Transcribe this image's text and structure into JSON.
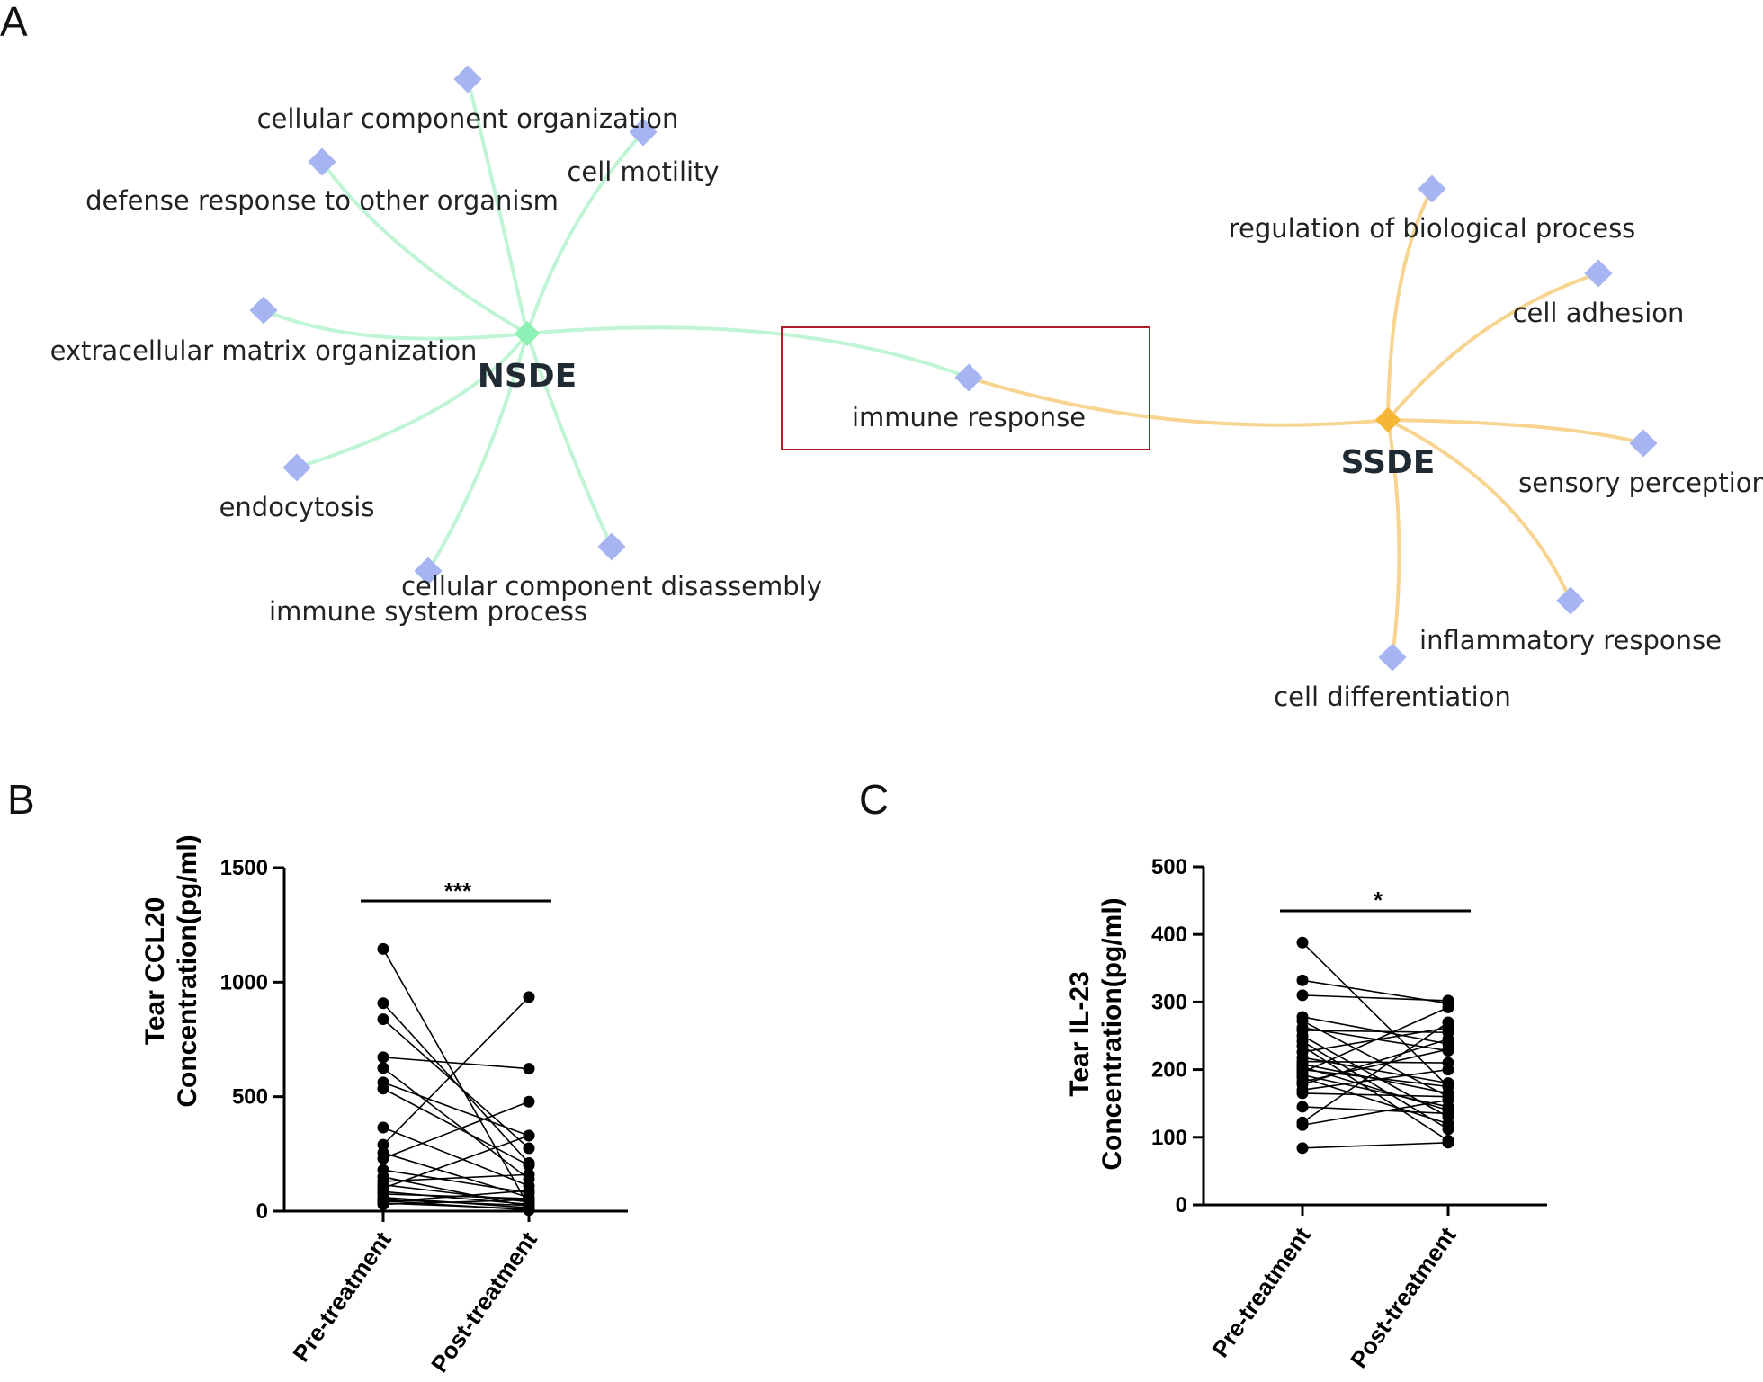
{
  "panels": {
    "a": "A",
    "b": "B",
    "c": "C"
  },
  "network": {
    "node_color": "#a6b4f2",
    "hubs": [
      {
        "id": "nsde",
        "label": "NSDE",
        "color": "#8df0b4",
        "edge_color": "#bff5d4"
      },
      {
        "id": "ssde",
        "label": "SSDE",
        "color": "#f5b635",
        "edge_color": "#f7d490"
      }
    ],
    "nsde_terms": [
      "cellular component organization",
      "cell motility",
      "defense response to other organism",
      "extracellular matrix organization",
      "endocytosis",
      "immune system process",
      "cellular component disassembly"
    ],
    "shared_term": "immune response",
    "highlight_color": "#b01e2a",
    "ssde_terms": [
      "regulation of biological process",
      "cell adhesion",
      "sensory perception",
      "inflammatory response",
      "cell differentiation"
    ]
  },
  "chart_data": [
    {
      "type": "line",
      "panel": "B",
      "ylabel_line1": "Tear CCL20",
      "ylabel_line2": "Concentration(pg/ml)",
      "categories": [
        "Pre-treatment",
        "Post-treatment"
      ],
      "ylim": [
        0,
        1500
      ],
      "yticks": [
        0,
        500,
        1000,
        1500
      ],
      "significance": "***",
      "pairs": [
        [
          1145,
          20
        ],
        [
          908,
          210
        ],
        [
          838,
          275
        ],
        [
          672,
          622
        ],
        [
          625,
          140
        ],
        [
          562,
          330
        ],
        [
          535,
          200
        ],
        [
          365,
          110
        ],
        [
          290,
          935
        ],
        [
          255,
          60
        ],
        [
          230,
          478
        ],
        [
          180,
          80
        ],
        [
          150,
          20
        ],
        [
          130,
          160
        ],
        [
          115,
          40
        ],
        [
          100,
          330
        ],
        [
          85,
          30
        ],
        [
          75,
          55
        ],
        [
          60,
          15
        ],
        [
          50,
          25
        ],
        [
          45,
          5
        ],
        [
          40,
          90
        ],
        [
          35,
          10
        ],
        [
          30,
          50
        ]
      ]
    },
    {
      "type": "line",
      "panel": "C",
      "ylabel_line1": "Tear IL-23",
      "ylabel_line2": "Concentration(pg/ml)",
      "categories": [
        "Pre-treatment",
        "Post-treatment"
      ],
      "ylim": [
        0,
        500
      ],
      "yticks": [
        0,
        100,
        200,
        300,
        400,
        500
      ],
      "significance": "*",
      "pairs": [
        [
          388,
          175
        ],
        [
          332,
          298
        ],
        [
          310,
          302
        ],
        [
          278,
          238
        ],
        [
          272,
          160
        ],
        [
          262,
          228
        ],
        [
          258,
          255
        ],
        [
          250,
          130
        ],
        [
          242,
          112
        ],
        [
          235,
          95
        ],
        [
          226,
          262
        ],
        [
          218,
          180
        ],
        [
          212,
          210
        ],
        [
          208,
          165
        ],
        [
          204,
          140
        ],
        [
          200,
          175
        ],
        [
          196,
          292
        ],
        [
          192,
          145
        ],
        [
          188,
          120
        ],
        [
          182,
          230
        ],
        [
          178,
          245
        ],
        [
          170,
          200
        ],
        [
          165,
          160
        ],
        [
          145,
          135
        ],
        [
          122,
          270
        ],
        [
          118,
          155
        ],
        [
          84,
          92
        ]
      ]
    }
  ]
}
